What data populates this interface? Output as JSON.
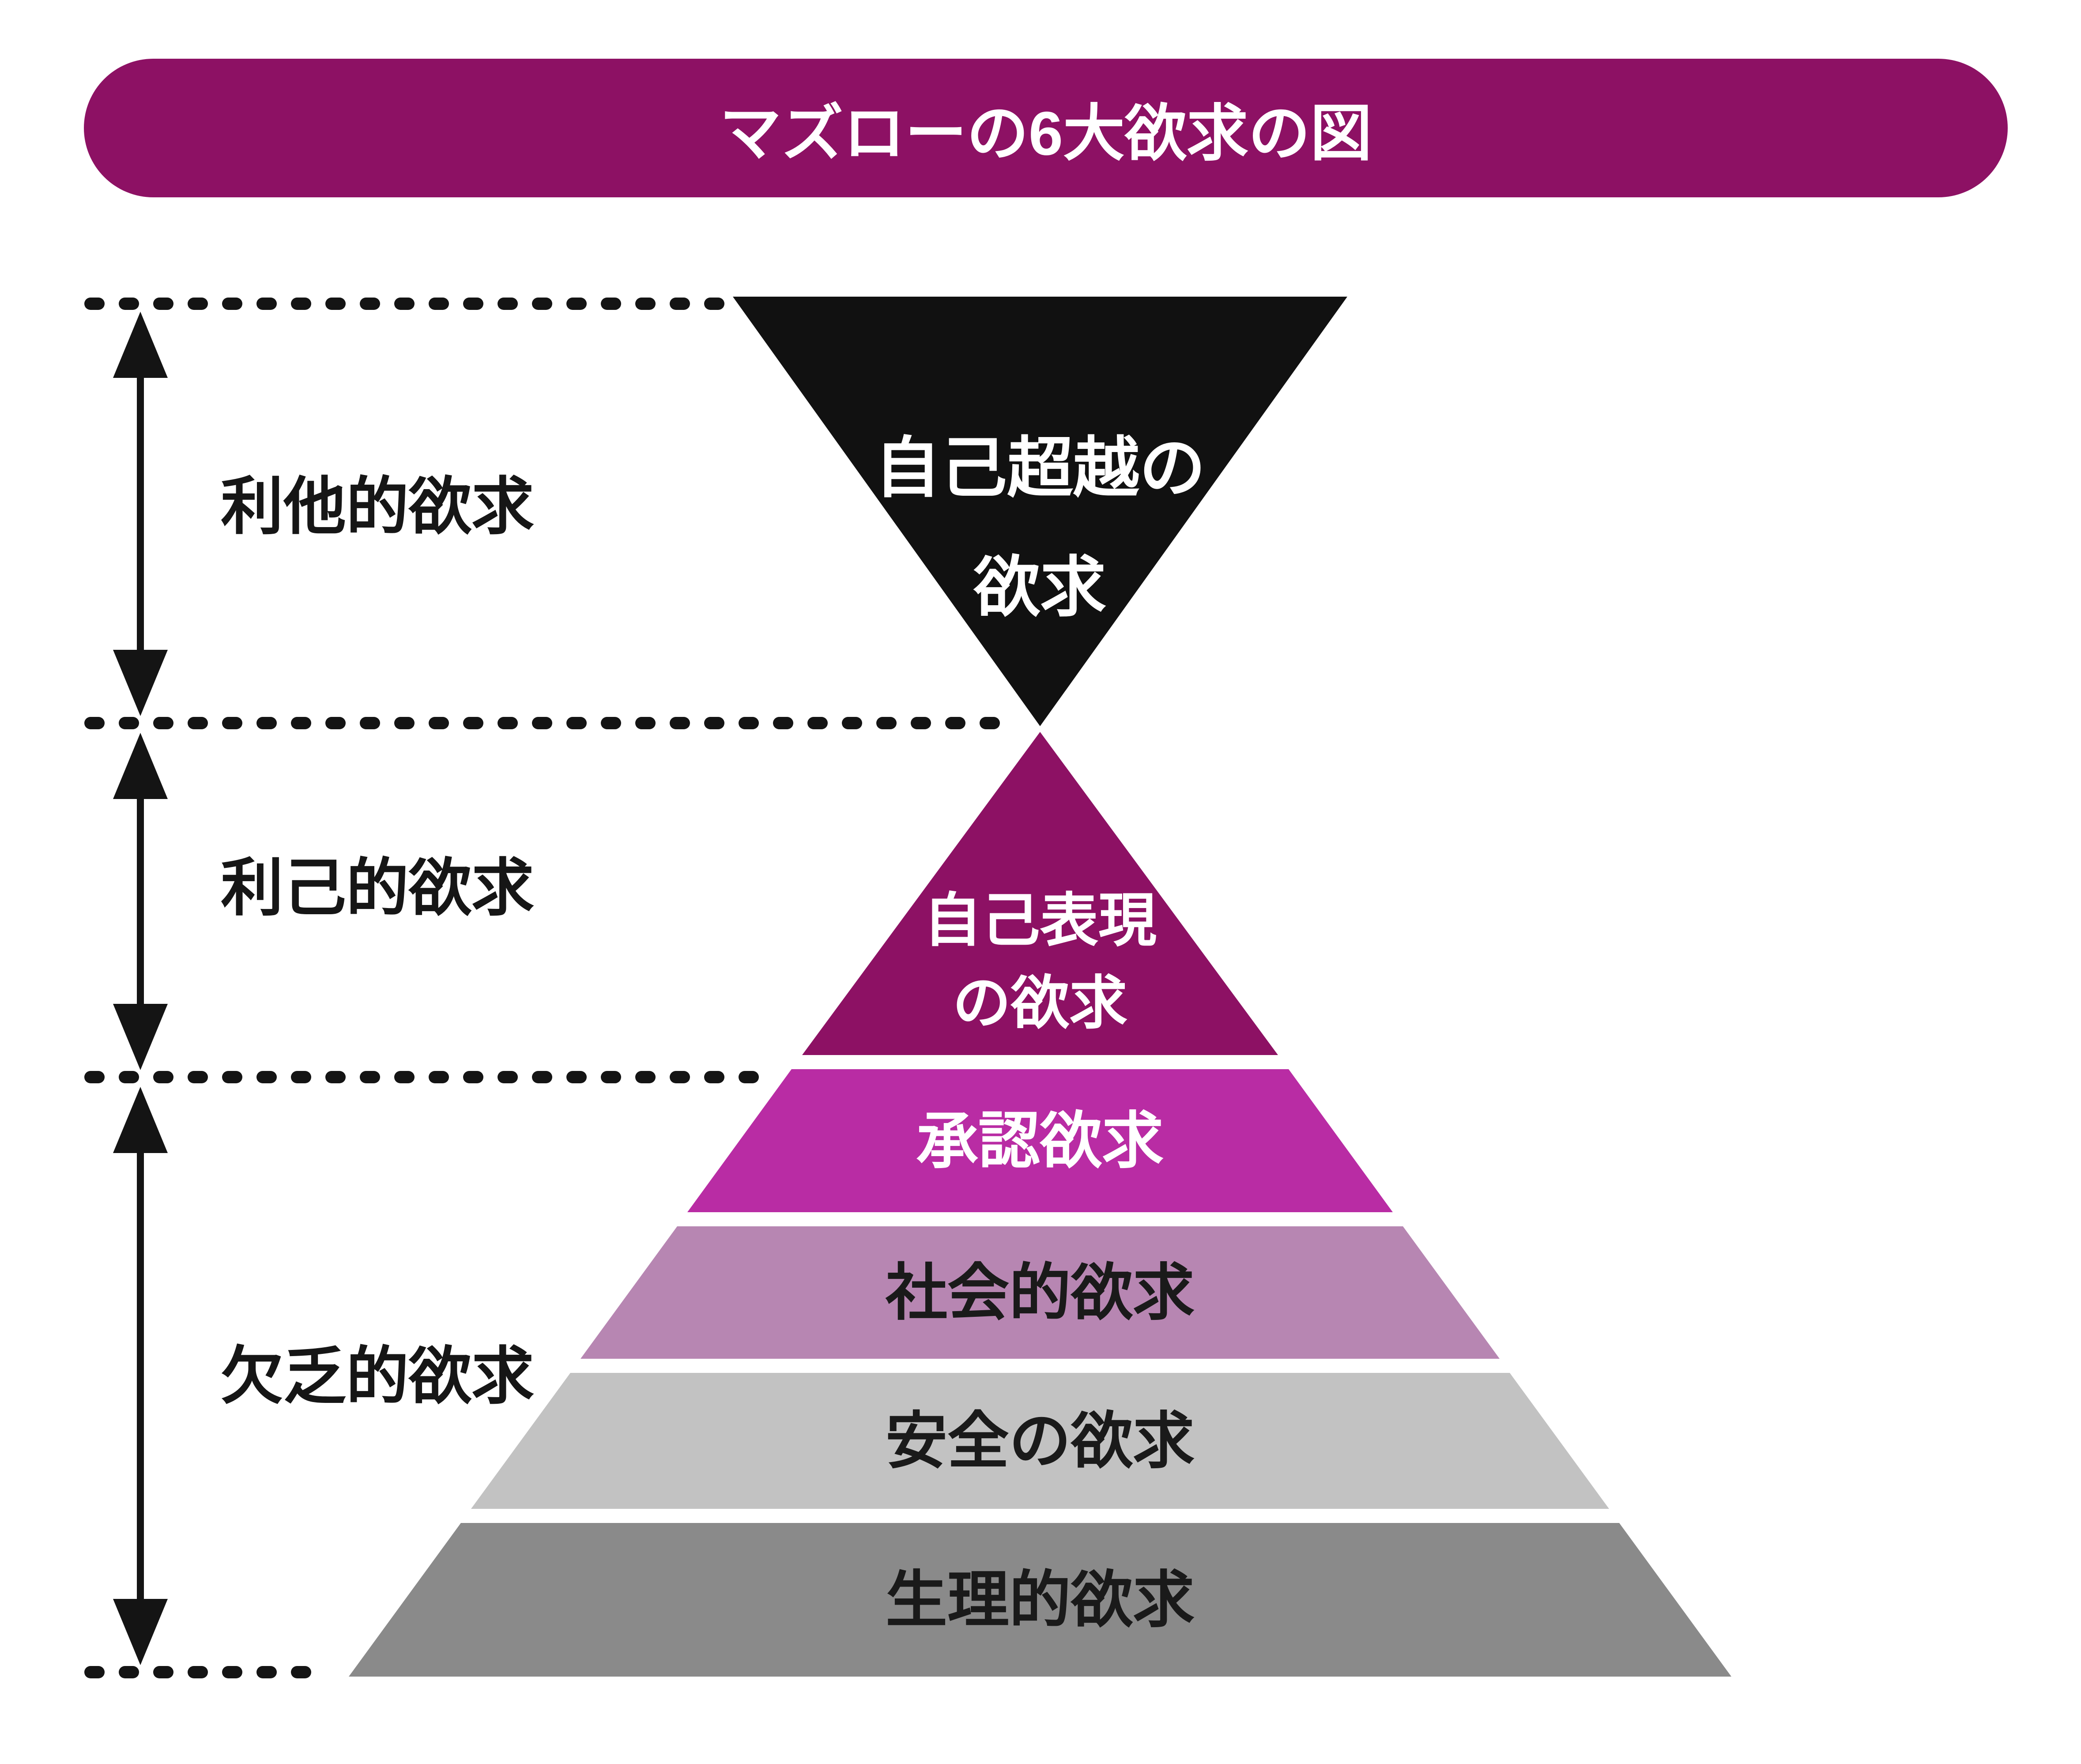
{
  "title": {
    "text": "マズローの6大欲求の図",
    "bg": "#8D1164",
    "fg": "#FFFFFF"
  },
  "sections": [
    {
      "label": "利他的欲求"
    },
    {
      "label": "利己的欲求"
    },
    {
      "label": "欠乏的欲求"
    }
  ],
  "levels": [
    {
      "name": "自己超越の欲求",
      "lines": [
        "自己超越の",
        "欲求"
      ],
      "color": "#111111",
      "text_color": "#FFFFFF"
    },
    {
      "name": "自己表現の欲求",
      "lines": [
        "自己表現",
        "の欲求"
      ],
      "color": "#8D1164",
      "text_color": "#FFFFFF"
    },
    {
      "name": "承認欲求",
      "lines": [
        "承認欲求"
      ],
      "color": "#B92CA4",
      "text_color": "#FFFFFF"
    },
    {
      "name": "社会的欲求",
      "lines": [
        "社会的欲求"
      ],
      "color": "#B786B2",
      "text_color": "#1A1A1A"
    },
    {
      "name": "安全の欲求",
      "lines": [
        "安全の欲求"
      ],
      "color": "#C2C2C2",
      "text_color": "#1A1A1A"
    },
    {
      "name": "生理的欲求",
      "lines": [
        "生理的欲求"
      ],
      "color": "#8A8A8A",
      "text_color": "#1A1A1A"
    }
  ],
  "guides": {
    "color": "#141414"
  }
}
